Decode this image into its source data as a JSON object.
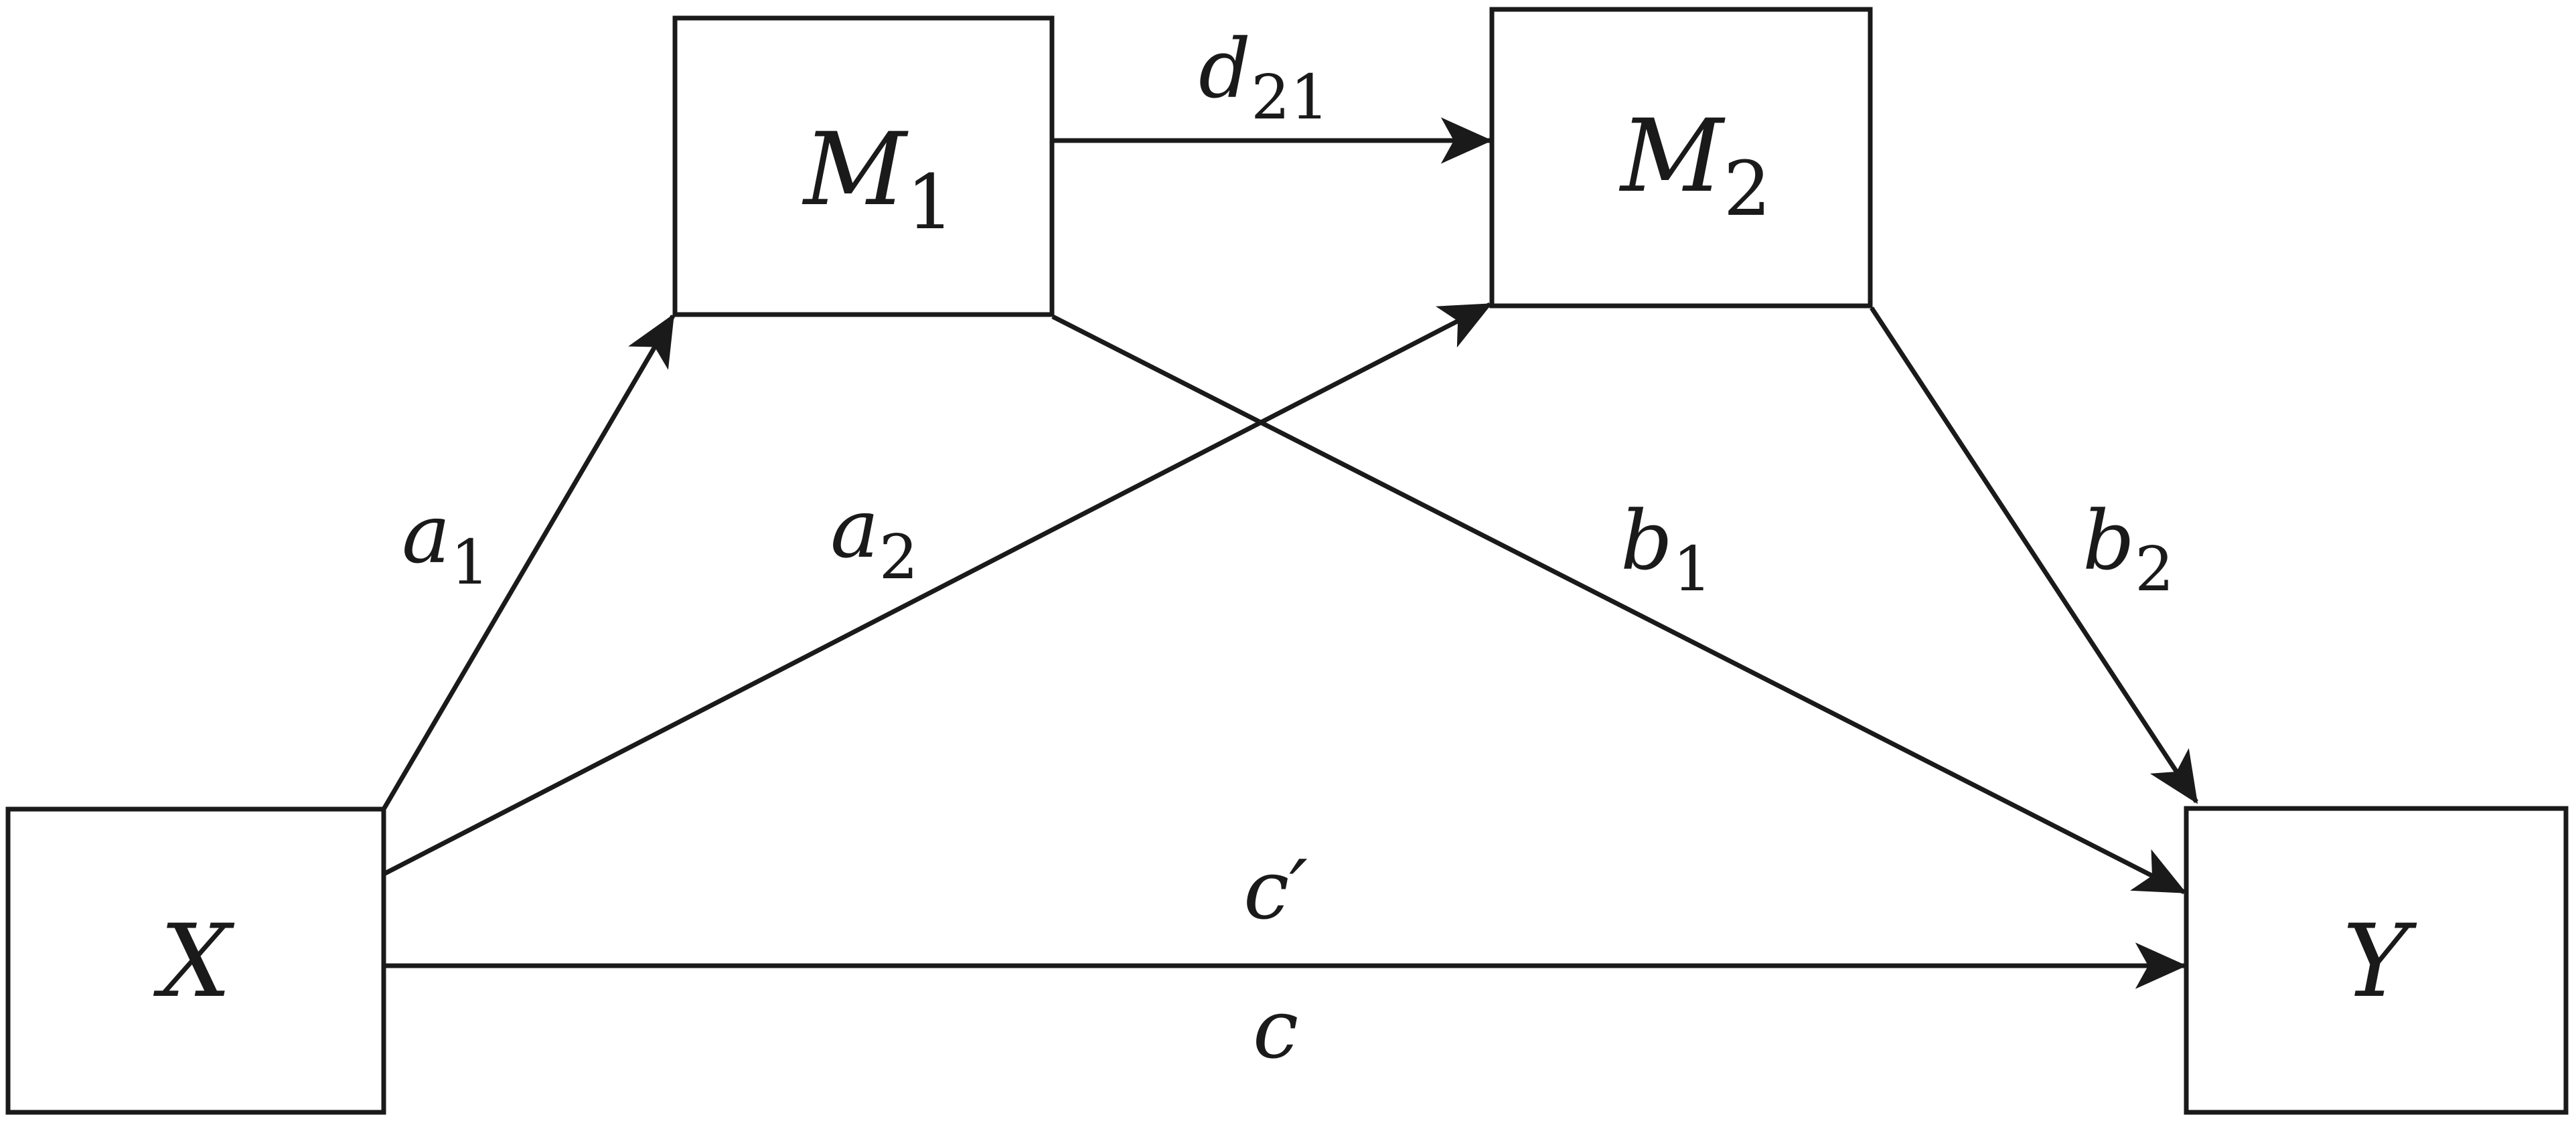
{
  "diagram": {
    "nodes": {
      "x": {
        "var": "X",
        "sub": ""
      },
      "m1": {
        "var": "M",
        "sub": "1"
      },
      "m2": {
        "var": "M",
        "sub": "2"
      },
      "y": {
        "var": "Y",
        "sub": ""
      }
    },
    "edges": {
      "a1": {
        "var": "a",
        "sub": "1"
      },
      "a2": {
        "var": "a",
        "sub": "2"
      },
      "b1": {
        "var": "b",
        "sub": "1"
      },
      "b2": {
        "var": "b",
        "sub": "2"
      },
      "d21": {
        "var": "d",
        "sub": "21"
      },
      "c_prime": {
        "var": "c′",
        "sub": ""
      },
      "c": {
        "var": "c",
        "sub": ""
      }
    },
    "colors": {
      "stroke": "#1a1a1a",
      "background": "#ffffff"
    }
  }
}
